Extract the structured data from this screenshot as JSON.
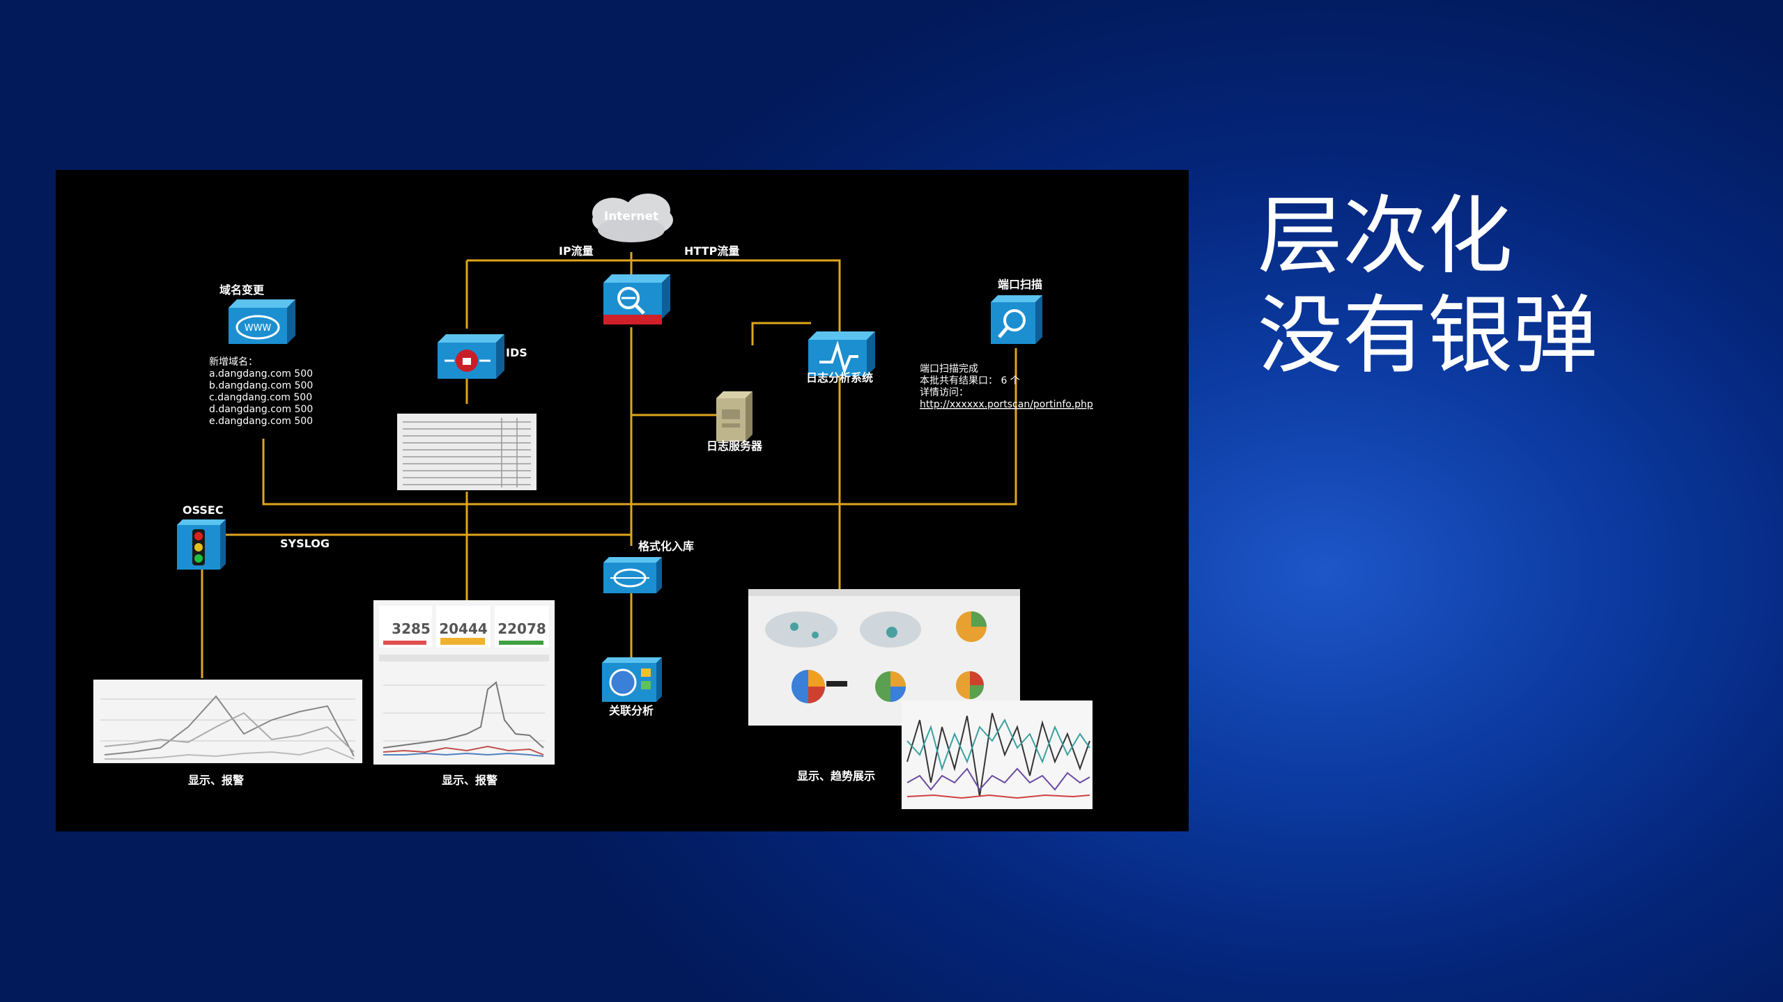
{
  "slide": {
    "heading_line1": "层次化",
    "heading_line2": "没有银弹"
  },
  "diagram": {
    "internet_label": "Internet",
    "ip_traffic_label": "IP流量",
    "http_traffic_label": "HTTP流量",
    "domain_change_label": "域名变更",
    "domain_list_title": "新增域名：",
    "domain_list": [
      "a.dangdang.com 500",
      "b.dangdang.com 500",
      "c.dangdang.com 500",
      "d.dangdang.com 500",
      "e.dangdang.com 500"
    ],
    "ids_label": "IDS",
    "log_analysis_label": "日志分析系统",
    "log_server_label": "日志服务器",
    "port_scan_label": "端口扫描",
    "port_scan_info": [
      "端口扫描完成",
      "本批共有结果口：  6 个",
      "详情访问：",
      "http://xxxxxx.portscan/portinfo.php"
    ],
    "ossec_label": "OSSEC",
    "syslog_label": "SYSLOG",
    "format_storage_label": "格式化入库",
    "correlation_label": "关联分析",
    "stats": [
      "3285",
      "20444",
      "22078"
    ],
    "caption_left": "显示、报警",
    "caption_middle": "显示、报警",
    "caption_right": "显示、趋势展示",
    "colors": {
      "link": "#e0a51d",
      "device_face": "#1c8fd0",
      "device_top": "#5cc3f0",
      "device_side": "#0e5f98"
    }
  }
}
